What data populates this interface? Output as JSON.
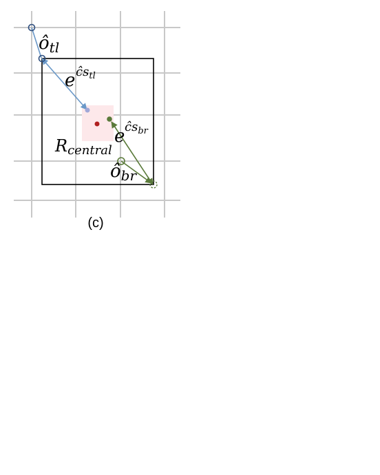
{
  "labels": {
    "o_tl": "ô",
    "o_tl_sub": "tl",
    "e_tl_base": "e",
    "e_tl_exp_c": "ĉ",
    "e_tl_exp_s": "s",
    "e_tl_exp_sub": "tl",
    "e_br_base": "e",
    "e_br_exp_c": "ĉ",
    "e_br_exp_s": "s",
    "e_br_exp_sub": "br",
    "r_central": "R",
    "r_central_sub": "central",
    "o_br": "ô",
    "o_br_sub": "br",
    "caption": "(c)"
  },
  "colors": {
    "grid": "#c8c8c8",
    "box": "#000000",
    "tl_arrow": "#6a98c8",
    "tl_marker": "#2f4f7f",
    "tl_center_dot": "#a0a8d8",
    "br_arrow": "#5a7a3a",
    "br_center_dot": "#5a7a3a",
    "central_region": "#fde8ea",
    "central_dot": "#b02020"
  }
}
